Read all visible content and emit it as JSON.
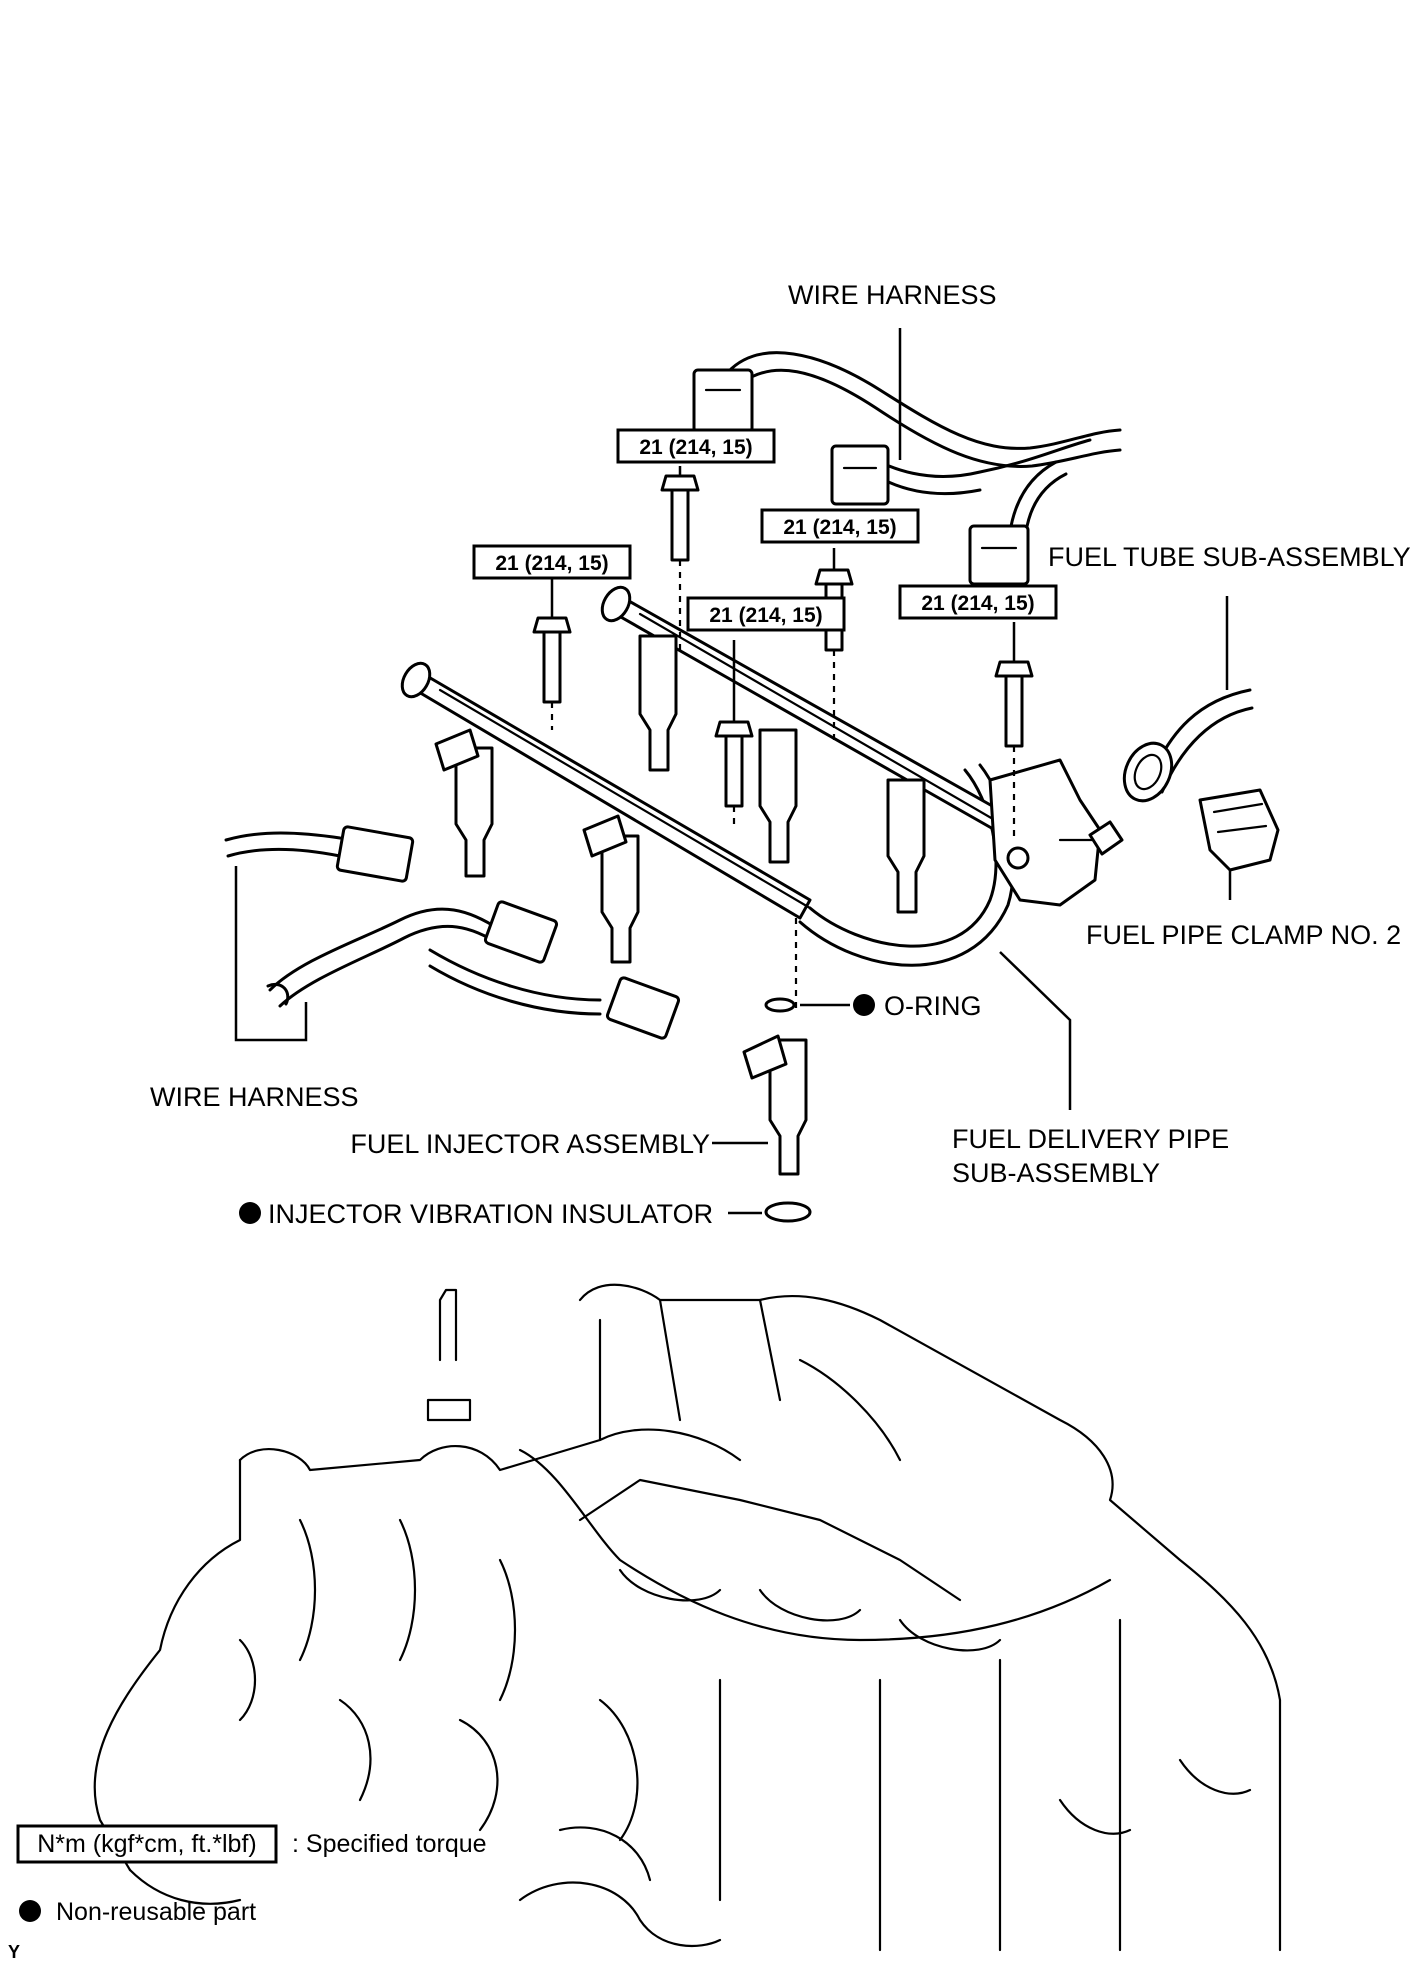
{
  "labels": {
    "wire_harness_top": "WIRE HARNESS",
    "wire_harness_left": "WIRE HARNESS",
    "fuel_tube": "FUEL TUBE SUB-ASSEMBLY",
    "fuel_pipe_clamp": "FUEL PIPE CLAMP NO. 2",
    "o_ring": "O-RING",
    "fuel_delivery_pipe_line1": "FUEL DELIVERY PIPE",
    "fuel_delivery_pipe_line2": "SUB-ASSEMBLY",
    "fuel_injector": "FUEL INJECTOR ASSEMBLY",
    "injector_insulator": "INJECTOR VIBRATION INSULATOR"
  },
  "torque_specs": {
    "bolt_1": "21 (214, 15)",
    "bolt_2": "21 (214, 15)",
    "bolt_3": "21 (214, 15)",
    "bolt_4": "21 (214, 15)",
    "bolt_5": "21 (214, 15)"
  },
  "legend": {
    "torque_unit": "N*m (kgf*cm, ft.*lbf)",
    "torque_desc": ": Specified torque",
    "non_reusable": "Non-reusable part"
  },
  "corner_mark": "Y"
}
